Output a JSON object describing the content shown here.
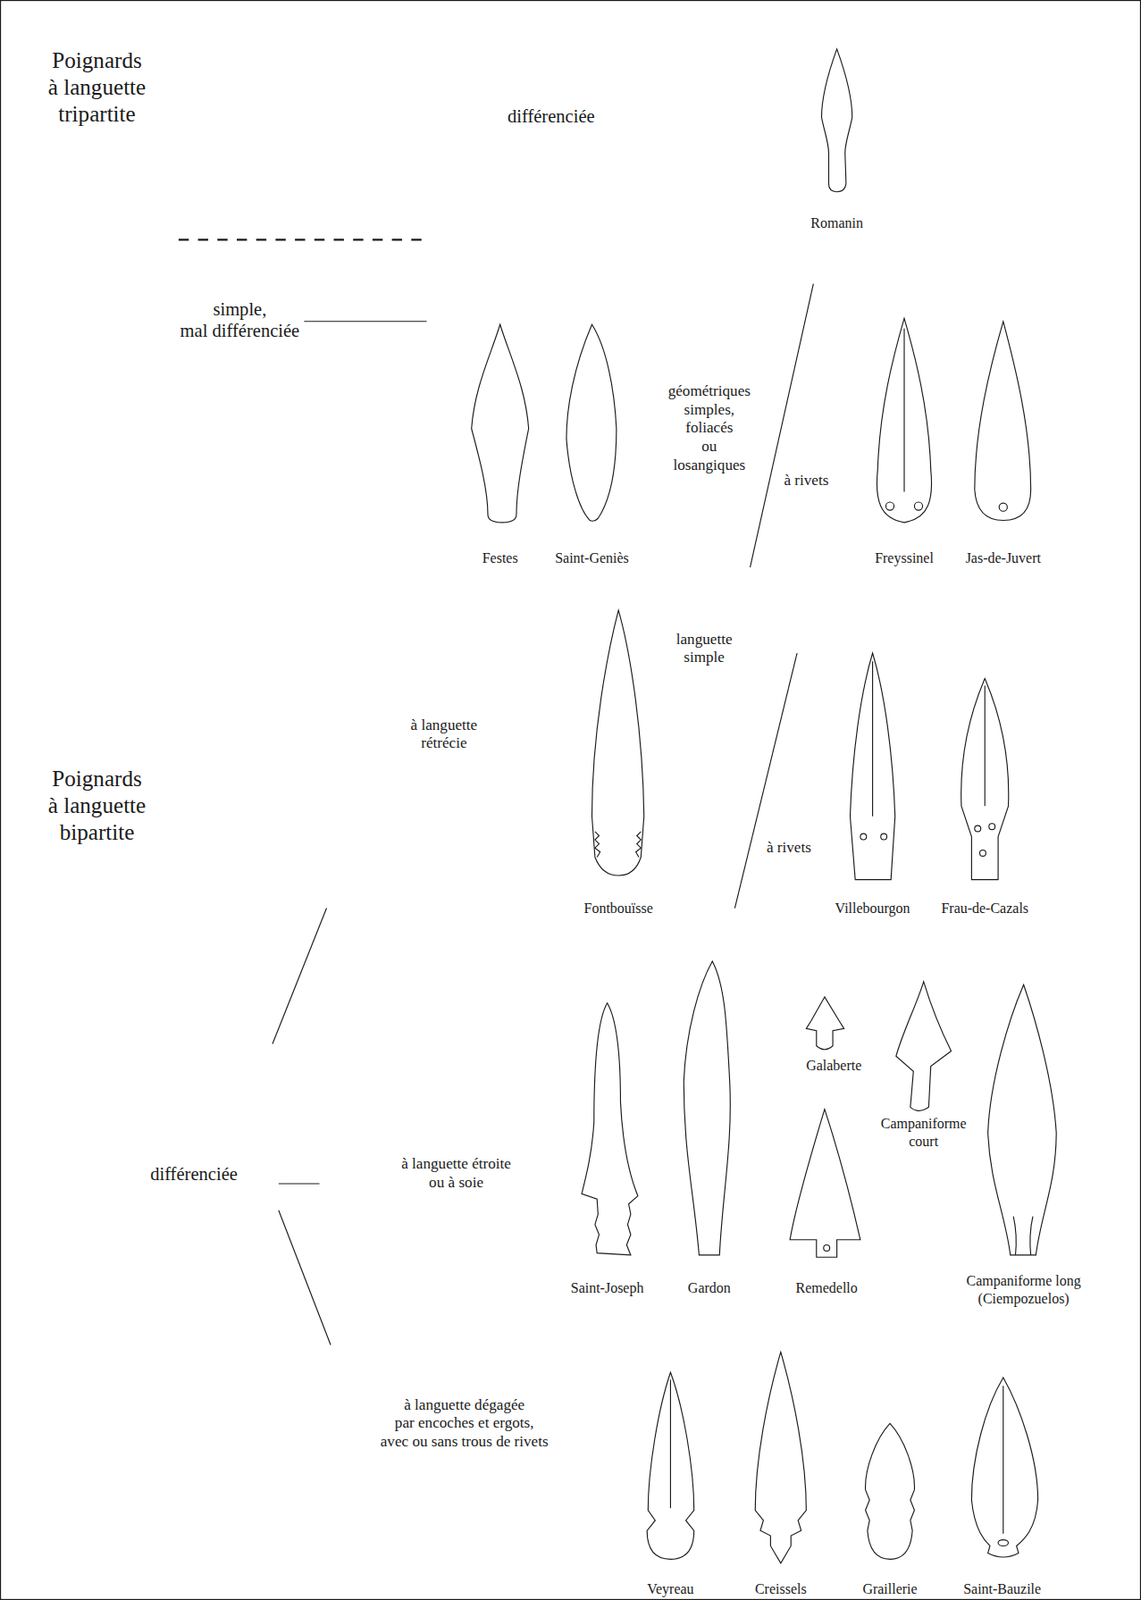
{
  "diagram": {
    "labels": [
      "Poignards à languette tripartite",
      "différenciée",
      "Romanin",
      "simple, mal différenciée",
      "géométriques simples, foliacés ou losangiques",
      "à rivets",
      "Festes",
      "Saint-Geniès",
      "Freyssinel",
      "Jas-de-Juvert",
      "languette simple",
      "Poignards à languette bipartite",
      "à languette rétrécie",
      "à rivets",
      "Fontbouïsse",
      "Villebourgon",
      "Frau-de-Cazals",
      "Galaberte",
      "différenciée",
      "à languette étroite ou à soie",
      "Campaniforme court",
      "Saint-Joseph",
      "Gardon",
      "Remedello",
      "Campaniforme long (Ciempozuelos)",
      "à languette dégagée par encoches et ergots, avec ou sans trous de rivets",
      "Veyreau",
      "Creissels",
      "Graillerie",
      "Saint-Bauzile"
    ]
  }
}
